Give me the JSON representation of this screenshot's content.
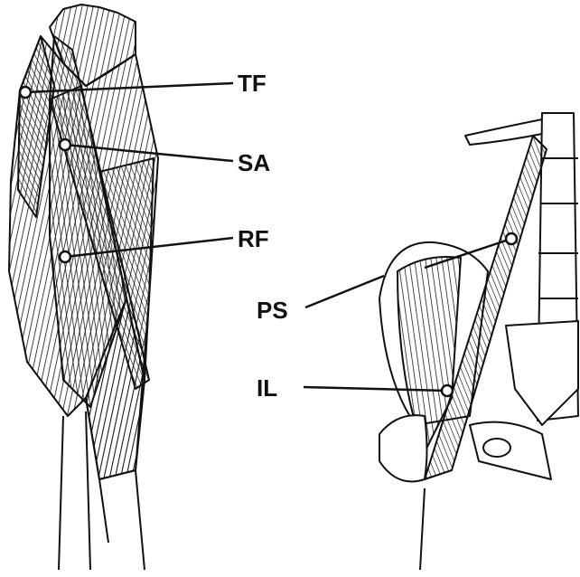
{
  "labels": {
    "tf": "TF",
    "sa": "SA",
    "rf": "RF",
    "ps": "PS",
    "il": "IL"
  },
  "colors": {
    "ink": "#111111",
    "paper": "#ffffff"
  }
}
